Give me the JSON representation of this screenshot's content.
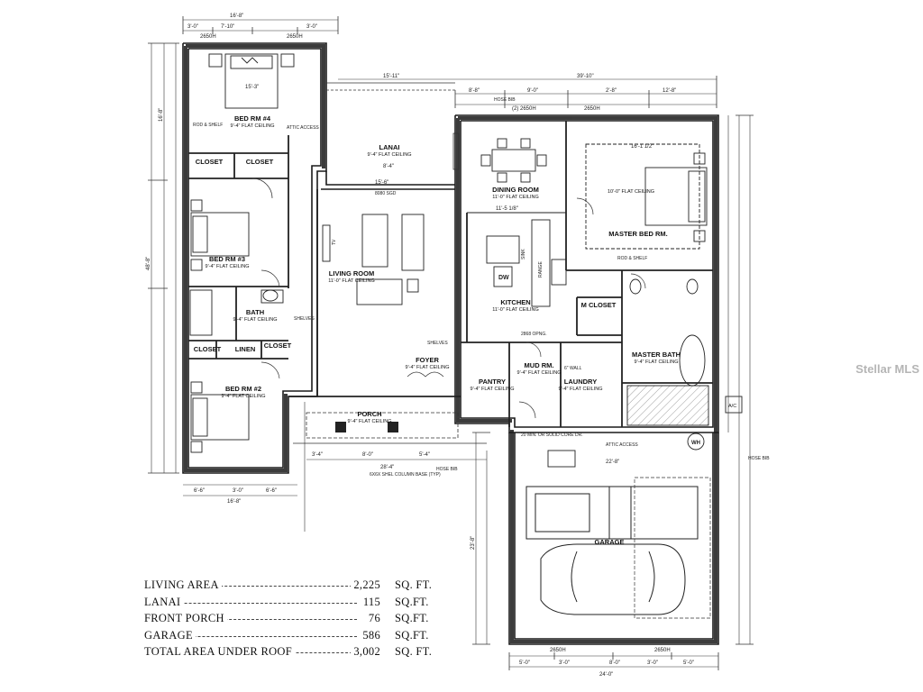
{
  "watermark": "Stellar MLS",
  "rooms": {
    "bed4": {
      "name": "BED RM #4",
      "ceiling": "9'-4\" FLAT CEILING"
    },
    "bed3": {
      "name": "BED RM #3",
      "ceiling": "9'-4\" FLAT CEILING"
    },
    "bed2": {
      "name": "BED RM #2",
      "ceiling": "9'-4\" FLAT CEILING"
    },
    "bath": {
      "name": "BATH",
      "ceiling": "9'-4\" FLAT CEILING"
    },
    "closet_a": {
      "name": "CLOSET"
    },
    "closet_b": {
      "name": "CLOSET"
    },
    "closet_c": {
      "name": "CLOSET"
    },
    "closet_d": {
      "name": "CLOSET"
    },
    "linen": {
      "name": "LINEN"
    },
    "lanai": {
      "name": "LANAI",
      "ceiling": "9'-4\" FLAT CEILING"
    },
    "living": {
      "name": "LIVING ROOM",
      "ceiling": "11'-0\" FLAT CEILING"
    },
    "dining": {
      "name": "DINING ROOM",
      "ceiling": "11'-0\" FLAT CEILING"
    },
    "kitchen": {
      "name": "KITCHEN",
      "ceiling": "11'-0\" FLAT CEILING"
    },
    "foyer": {
      "name": "FOYER",
      "ceiling": "9'-4\" FLAT CEILING"
    },
    "pantry": {
      "name": "PANTRY",
      "ceiling": "9'-4\" FLAT CEILING"
    },
    "mud": {
      "name": "MUD RM.",
      "ceiling": "9'-4\" FLAT CEILING"
    },
    "laundry": {
      "name": "LAUNDRY",
      "ceiling": "9'-4\" FLAT CEILING"
    },
    "porch": {
      "name": "PORCH",
      "ceiling": "9'-4\" FLAT CEILING"
    },
    "master_bed": {
      "name": "MASTER BED RM.",
      "ceiling": "10'-0\" FLAT CEILING"
    },
    "master_closet": {
      "name": "M CLOSET"
    },
    "master_bath": {
      "name": "MASTER BATH",
      "ceiling": "9'-4\" FLAT CEILING"
    },
    "garage": {
      "name": "GARAGE"
    }
  },
  "notes": {
    "attic_access": "ATTIC ACCESS",
    "attic_access_2": "ATTIC ACCESS",
    "hose_bib_1": "HOSE BIB",
    "hose_bib_2": "HOSE BIB",
    "hose_bib_3": "HOSE BIB",
    "column": "6X6X SHEL COLUMN BASE (TYP)",
    "fire_door": "20 MIN. OR SOLID CORE DR.",
    "sgd": "8080 SGD",
    "opng": "2868 OPNG.",
    "wh": "WH",
    "ac": "A/C",
    "dw": "DW",
    "range": "RANGE",
    "sink": "SINK",
    "rod_shelf_1": "ROD & SHELF",
    "rod_shelf_2": "ROD & SHELF",
    "shelves_1": "SHELVES",
    "shelves_2": "SHELVES",
    "wall": "6\" WALL",
    "tv": "TV"
  },
  "dims": {
    "top_left_total": "16'-8\"",
    "top_left_a": "7'-10\"",
    "top_left_b": "3'-0\"",
    "top_left_c": "3'-0\"",
    "top_win_1": "2650H",
    "top_win_2": "2650H",
    "lanai_span": "15'-11\"",
    "right_total": "39'-10\"",
    "right_a": "8'-8\"",
    "right_b": "9'-0\"",
    "right_c": "12'-8\"",
    "right_d": "2'-8\"",
    "right_win": "(2) 2650H",
    "right_win_2": "2650H",
    "left_vert_total": "48'-8\"",
    "left_vert_a": "16'-8\"",
    "bottom_left_total": "16'-8\"",
    "bottom_left_a": "6'-6\"",
    "bottom_left_b": "3'-0\"",
    "bottom_left_c": "6'-6\"",
    "garage_total": "24'-0\"",
    "garage_a": "5'-0\"",
    "garage_b": "3'-0\"",
    "garage_c": "8'-0\"",
    "garage_d": "3'-0\"",
    "garage_e": "5'-0\"",
    "garage_win_1": "2650H",
    "garage_win_2": "2650H",
    "garage_depth": "23'-8\"",
    "garage_side": "22'-8\"",
    "porch_a": "3'-4\"",
    "porch_b": "8'-0\"",
    "porch_c": "5'-4\"",
    "porch_d": "28'-4\"",
    "bed4_width": "15'-3\"",
    "lanai_depth": "8'-4\"",
    "dining_width": "11'-5 1/8\"",
    "living_width": "15'-6\"",
    "master_width": "16'-1 1/2\""
  },
  "areas": [
    {
      "label": "LIVING AREA",
      "value": "2,225",
      "unit": "SQ. FT."
    },
    {
      "label": "LANAI",
      "value": "115",
      "unit": "SQ.FT."
    },
    {
      "label": "FRONT PORCH",
      "value": "76",
      "unit": "SQ.FT."
    },
    {
      "label": "GARAGE",
      "value": "586",
      "unit": "SQ.FT."
    },
    {
      "label": "TOTAL AREA UNDER ROOF",
      "value": "3,002",
      "unit": "SQ. FT."
    }
  ],
  "colors": {
    "wall": "#1a1a1a",
    "line": "#333333",
    "watermark": "#8a8a8a"
  }
}
